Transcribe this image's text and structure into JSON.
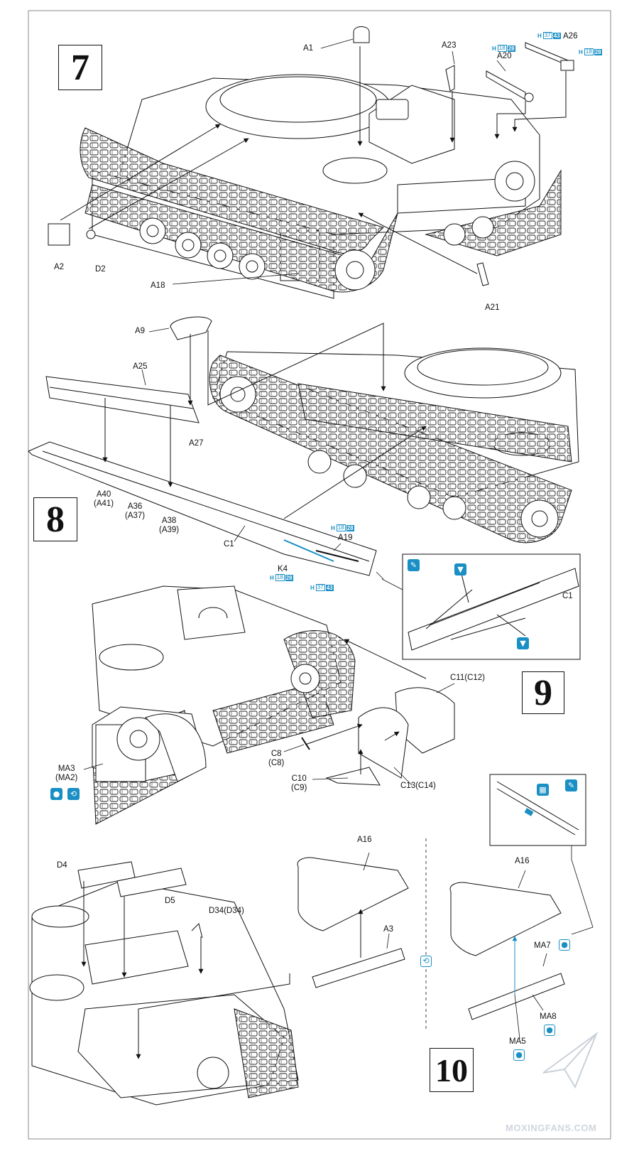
{
  "steps": {
    "s7": "7",
    "s8": "8",
    "s9": "9",
    "s10": "10"
  },
  "labels": {
    "A1": "A1",
    "A2": "A2",
    "D2": "D2",
    "A18": "A18",
    "A21": "A21",
    "A23": "A23",
    "A20": "A20",
    "A26": "A26",
    "A9": "A9",
    "A25": "A25",
    "A27": "A27",
    "A40": "A40",
    "A41": "(A41)",
    "A36": "A36",
    "A37": "(A37)",
    "A38": "A38",
    "A39": "(A39)",
    "C1": "C1",
    "C1b": "C1",
    "K4": "K4",
    "A19": "A19",
    "C11": "C11(C12)",
    "C8": "C8",
    "C8b": "(C8)",
    "C10": "C10",
    "C9": "(C9)",
    "C13": "C13(C14)",
    "MA3": "MA3",
    "MA2": "(MA2)",
    "D4": "D4",
    "D5": "D5",
    "D34": "D34(D34)",
    "A16a": "A16",
    "A3": "A3",
    "A16b": "A16",
    "MA7": "MA7",
    "MA8": "MA8",
    "MA5": "MA5"
  },
  "paint_tags": {
    "t_a20": {
      "h": "H",
      "o": "18",
      "f": "28"
    },
    "t_a26": {
      "h": "H",
      "o": "37",
      "f": "43"
    },
    "t_a26b": {
      "h": "H",
      "o": "18",
      "f": "28"
    },
    "t_a19": {
      "h": "H",
      "o": "18",
      "f": "28"
    },
    "t_k4": {
      "h": "H",
      "o": "18",
      "f": "28"
    },
    "t_k4b": {
      "h": "H",
      "o": "37",
      "f": "43"
    }
  },
  "icons": [
    "brush-icon",
    "glue-icon",
    "cement-drop-icon",
    "swap-icon"
  ],
  "watermark": "MOXINGFANS.COM",
  "colors": {
    "ink": "#111111",
    "accent": "#1a8fc4"
  }
}
